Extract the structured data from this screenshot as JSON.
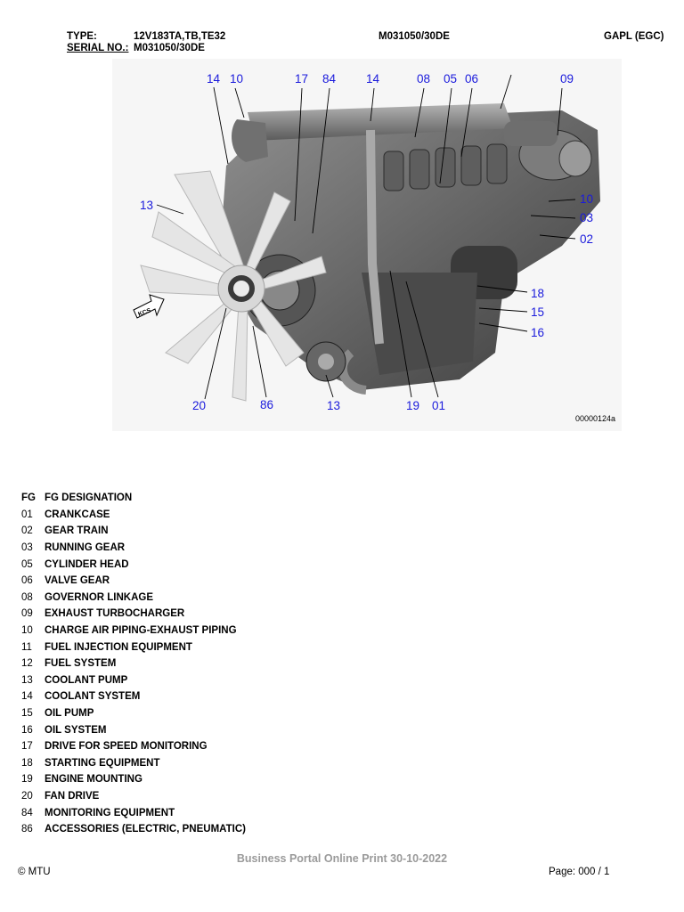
{
  "header": {
    "type_label": "TYPE:",
    "type_value": "12V183TA,TB,TE32",
    "serial_label": "SERIAL NO.:",
    "serial_value": "M031050/30DE",
    "doc_number": "M031050/30DE",
    "org": "GAPL (EGC)"
  },
  "figure": {
    "kcs_label": "KCS",
    "figure_id": "00000124a",
    "callouts": {
      "top_14": "14",
      "top_10": "10",
      "top_17": "17",
      "top_84": "84",
      "top_14b": "14",
      "top_08": "08",
      "top_05": "05",
      "top_06": "06",
      "top_09": "09",
      "left_13": "13",
      "right_10": "10",
      "right_03": "03",
      "right_02": "02",
      "right_18": "18",
      "right_15": "15",
      "right_16": "16",
      "bot_20": "20",
      "bot_86": "86",
      "bot_13": "13",
      "bot_19": "19",
      "bot_01": "01"
    }
  },
  "table": {
    "header": {
      "code": "FG",
      "designation": "FG DESIGNATION"
    },
    "rows": [
      {
        "code": "01",
        "designation": "CRANKCASE"
      },
      {
        "code": "02",
        "designation": "GEAR TRAIN"
      },
      {
        "code": "03",
        "designation": "RUNNING GEAR"
      },
      {
        "code": "05",
        "designation": "CYLINDER HEAD"
      },
      {
        "code": "06",
        "designation": "VALVE GEAR"
      },
      {
        "code": "08",
        "designation": "GOVERNOR LINKAGE"
      },
      {
        "code": "09",
        "designation": "EXHAUST TURBOCHARGER"
      },
      {
        "code": "10",
        "designation": "CHARGE AIR PIPING-EXHAUST PIPING"
      },
      {
        "code": "11",
        "designation": "FUEL INJECTION EQUIPMENT"
      },
      {
        "code": "12",
        "designation": "FUEL SYSTEM"
      },
      {
        "code": "13",
        "designation": "COOLANT PUMP"
      },
      {
        "code": "14",
        "designation": "COOLANT SYSTEM"
      },
      {
        "code": "15",
        "designation": "OIL PUMP"
      },
      {
        "code": "16",
        "designation": "OIL SYSTEM"
      },
      {
        "code": "17",
        "designation": "DRIVE FOR SPEED MONITORING"
      },
      {
        "code": "18",
        "designation": "STARTING EQUIPMENT"
      },
      {
        "code": "19",
        "designation": "ENGINE MOUNTING"
      },
      {
        "code": "20",
        "designation": "FAN DRIVE"
      },
      {
        "code": "84",
        "designation": "MONITORING EQUIPMENT"
      },
      {
        "code": "86",
        "designation": "ACCESSORIES (ELECTRIC, PNEUMATIC)"
      }
    ]
  },
  "footer": {
    "print_note": "Business Portal Online Print 30-10-2022",
    "copyright": "© MTU",
    "page": "Page:  000  /  1"
  }
}
